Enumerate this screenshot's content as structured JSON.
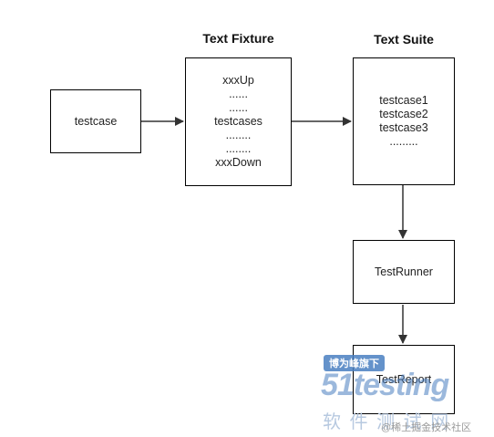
{
  "diagram": {
    "nodes": {
      "testcase": {
        "lines": [
          "testcase"
        ]
      },
      "fixture": {
        "title": "Text Fixture",
        "lines": [
          "xxxUp",
          "......",
          "......",
          "testcases",
          "........",
          "........",
          "xxxDown"
        ]
      },
      "suite": {
        "title": "Text Suite",
        "lines": [
          "testcase1",
          "testcase2",
          "testcase3",
          "........."
        ]
      },
      "runner": {
        "lines": [
          "TestRunner"
        ]
      },
      "report": {
        "lines": [
          "TestReport"
        ]
      }
    },
    "edges": [
      {
        "from": "testcase",
        "to": "fixture"
      },
      {
        "from": "fixture",
        "to": "suite"
      },
      {
        "from": "suite",
        "to": "runner"
      },
      {
        "from": "runner",
        "to": "report"
      }
    ]
  },
  "watermark": {
    "badge": "博为峰旗下",
    "brand": "51testing",
    "tagline": "软 件 测 试 网",
    "credit": "@稀土掘金技术社区",
    "colors": {
      "brand": "#4a7fc1",
      "light": "#b7c9e0"
    }
  }
}
